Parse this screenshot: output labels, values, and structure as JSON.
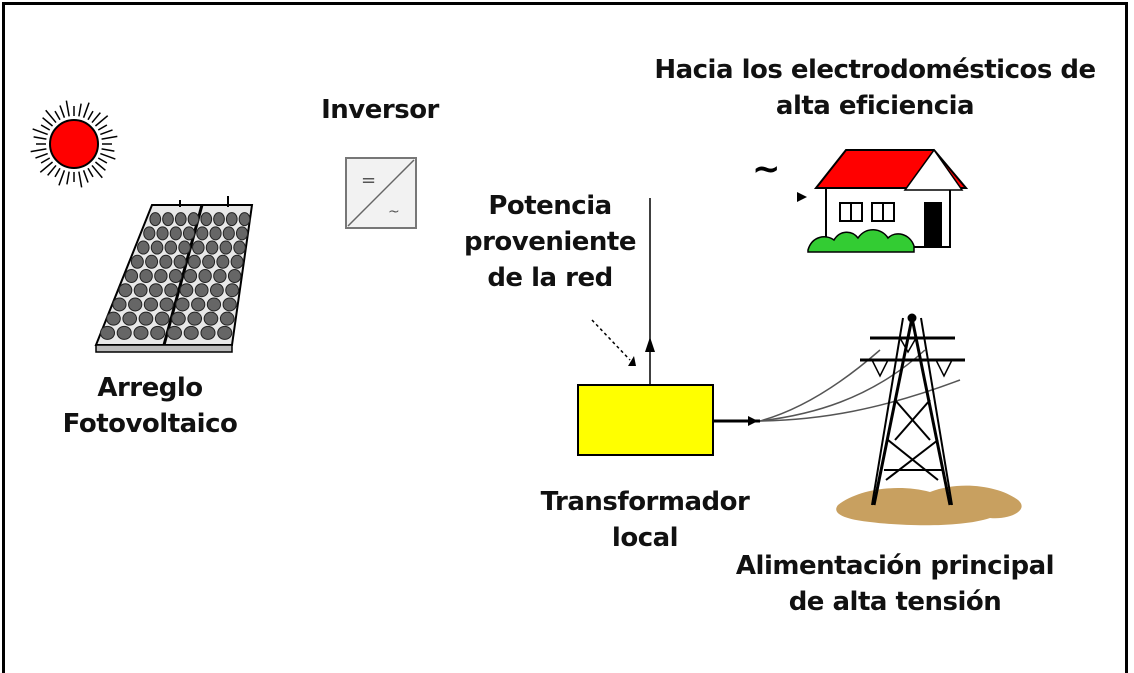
{
  "labels": {
    "array": [
      "Arreglo",
      "Fotovoltaico"
    ],
    "inverter": "Inversor",
    "appliances": [
      "Hacia los electrodomésticos de",
      "alta eficiencia"
    ],
    "grid_power": [
      "Potencia",
      "proveniente",
      "de la red"
    ],
    "transformer": [
      "Transformador",
      "local"
    ],
    "mains": [
      "Alimentación principal",
      "de alta tensión"
    ]
  },
  "symbols": {
    "inverter_dc": "=",
    "inverter_ac": "~",
    "ac_output": "~"
  },
  "icons": [
    "sun-icon",
    "solar-panel-icon",
    "inverter-icon",
    "house-icon",
    "transformer-box",
    "transmission-tower-icon"
  ],
  "colors": {
    "sun": "#ff0000",
    "transformer": "#ffff00",
    "roof": "#ff0000",
    "grass": "#33cc33",
    "ground": "#c8a060"
  }
}
